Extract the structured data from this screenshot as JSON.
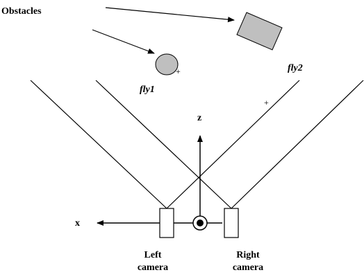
{
  "labels": {
    "obstacles": "Obstacles",
    "fly1": "fly1",
    "fly2": "fly2",
    "z_axis": "z",
    "x_axis": "x",
    "left_camera_line1": "Left",
    "left_camera_line2": "camera",
    "right_camera_line1": "Right",
    "right_camera_line2": "camera",
    "marker": "+"
  },
  "colors": {
    "ink": "#000000",
    "obstacle_fill": "#bfbfbf",
    "background": "#ffffff"
  }
}
